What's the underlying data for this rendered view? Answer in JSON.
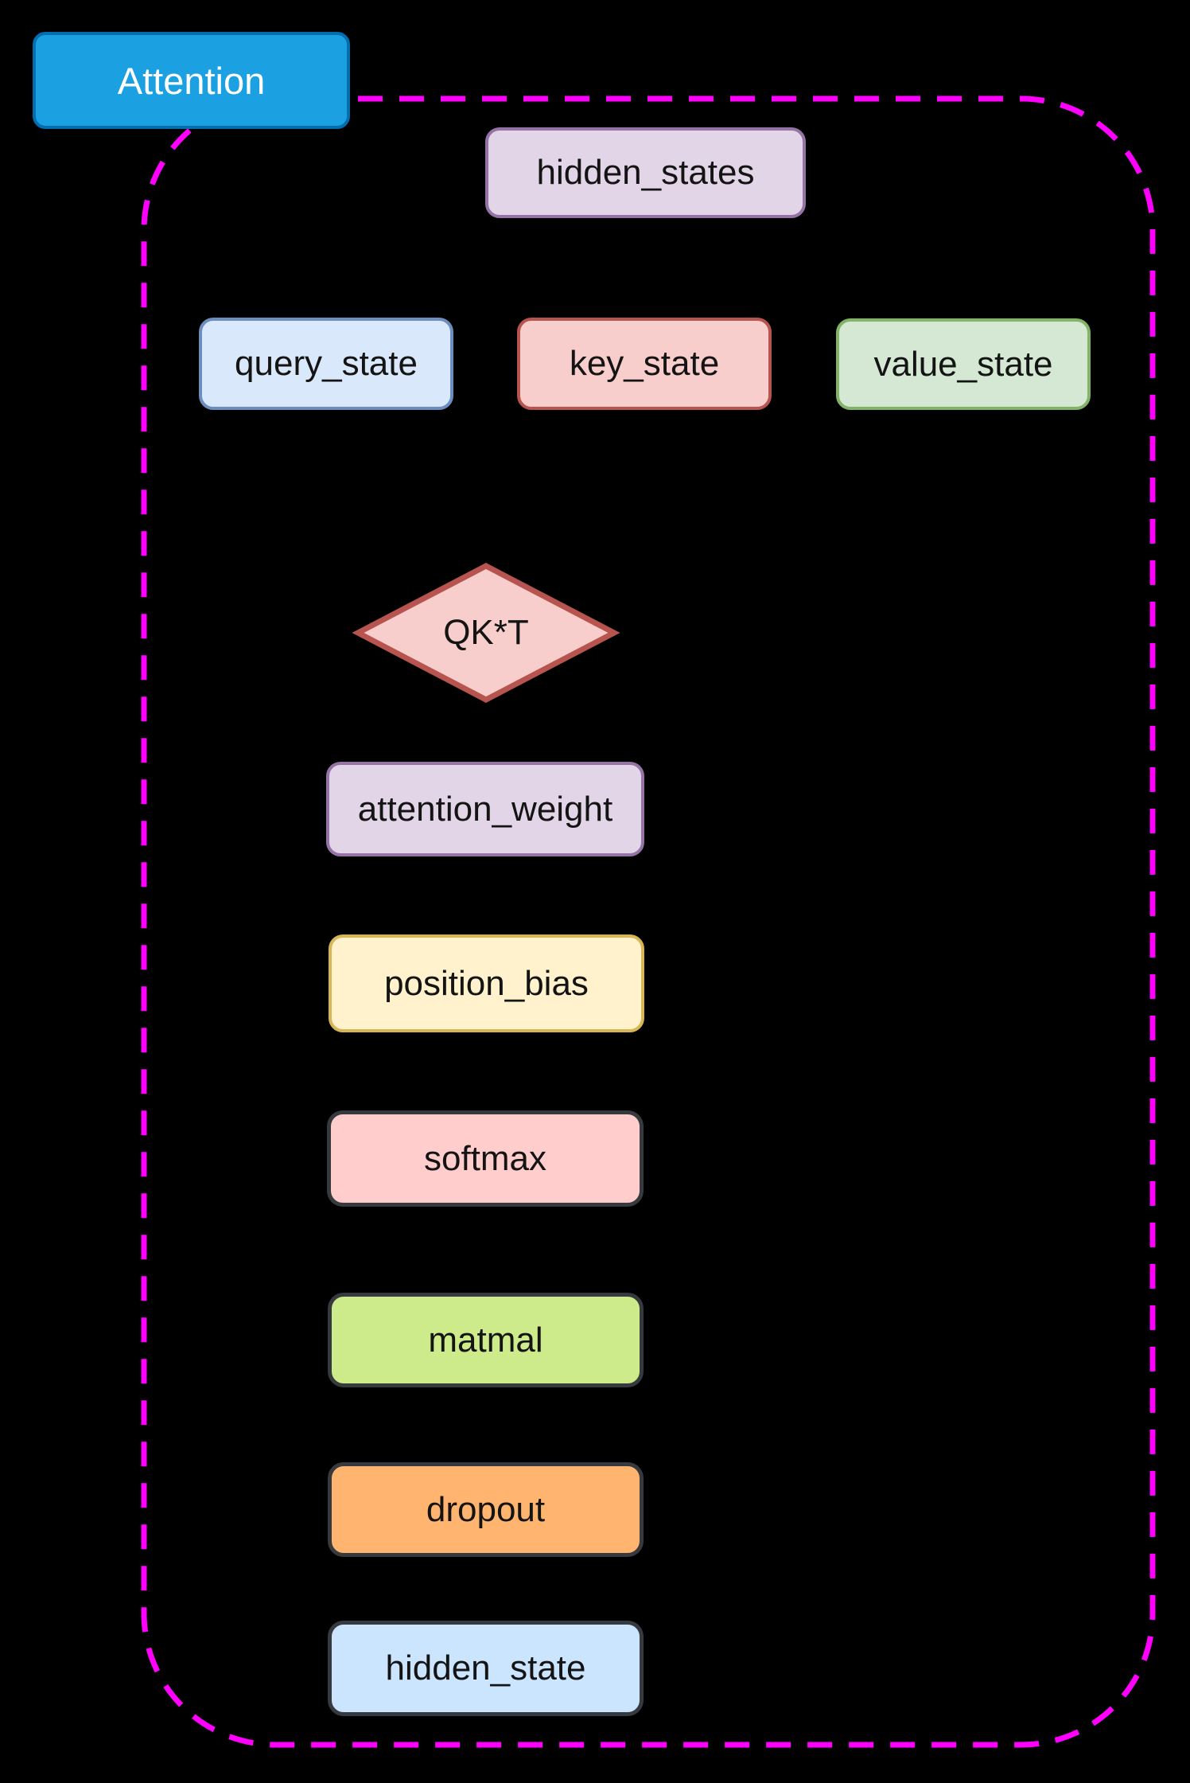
{
  "diagram": {
    "title": "Attention",
    "background_color": "#000000",
    "title_block": {
      "label": "Attention",
      "fill": "#1BA1E2",
      "border": "#006EAF",
      "text_color": "#FFFFFF"
    },
    "group_container": {
      "border_color": "#FF00FF",
      "border_style": "dashed"
    }
  },
  "nodes": {
    "hidden_states": {
      "label": "hidden_states",
      "shape": "rect",
      "fill": "#E1D5E7",
      "stroke": "#9673A6"
    },
    "query_state": {
      "label": "query_state",
      "shape": "rect",
      "fill": "#DAE8FC",
      "stroke": "#6C8EBF"
    },
    "key_state": {
      "label": "key_state",
      "shape": "rect",
      "fill": "#F8CECC",
      "stroke": "#B85450"
    },
    "value_state": {
      "label": "value_state",
      "shape": "rect",
      "fill": "#D5E8D4",
      "stroke": "#82B366"
    },
    "qkt": {
      "label": "QK*T",
      "shape": "diamond",
      "fill": "#F8CECC",
      "stroke": "#B85450"
    },
    "attention_weight": {
      "label": "attention_weight",
      "shape": "rect",
      "fill": "#E1D5E7",
      "stroke": "#9673A6"
    },
    "position_bias": {
      "label": "position_bias",
      "shape": "rect",
      "fill": "#FFF2CC",
      "stroke": "#D6B656"
    },
    "softmax": {
      "label": "softmax",
      "shape": "rect",
      "fill": "#FFCDCC",
      "stroke": "#36393D"
    },
    "matmal": {
      "label": "matmal",
      "shape": "rect",
      "fill": "#CDEB8B",
      "stroke": "#36393D"
    },
    "dropout": {
      "label": "dropout",
      "shape": "rect",
      "fill": "#FFB570",
      "stroke": "#36393D"
    },
    "hidden_state": {
      "label": "hidden_state",
      "shape": "rect",
      "fill": "#CCE5FF",
      "stroke": "#36393D"
    }
  }
}
